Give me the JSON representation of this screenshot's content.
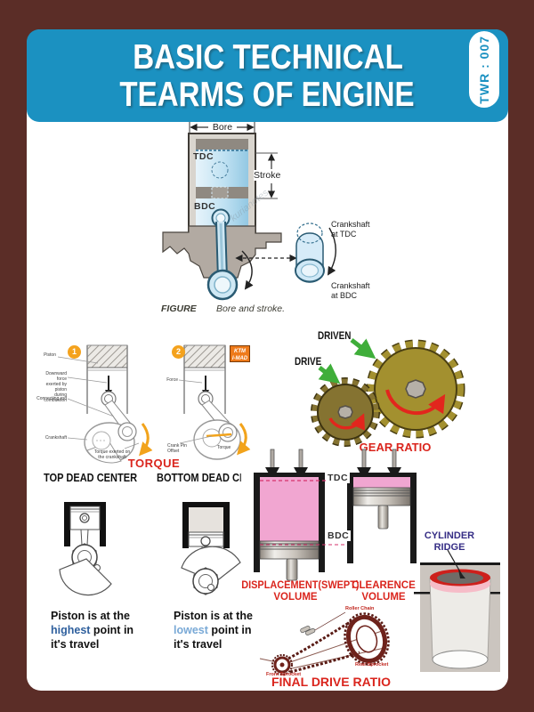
{
  "header": {
    "title_line1": "BASIC TECHNICAL",
    "title_line2": "TEARMS OF ENGINE",
    "badge": "TWR : 007"
  },
  "colors": {
    "border": "#5b2d27",
    "header_blue": "#1b91c1",
    "red": "#da251d",
    "navy": "#352d85",
    "pink": "#f1a6d1",
    "gear_gold": "#a3902f",
    "green": "#3fae3a",
    "orange": "#f4a21d"
  },
  "bore_stroke": {
    "bore": "Bore",
    "tdc": "TDC",
    "bdc": "BDC",
    "stroke": "Stroke",
    "crank_tdc": "Crankshaft\nat TDC",
    "crank_bdc": "Crankshaft\nat BDC",
    "caption_label": "FIGURE",
    "caption": "Bore and stroke.",
    "watermark": "kurianotes"
  },
  "torque": {
    "fig1_num": "1",
    "fig2_num": "2",
    "piston": "Piston",
    "downward_force": "Downward force\nexerted by piston\nduring combustion",
    "connecting_rod": "Connecting rod",
    "crankshaft": "Crankshaft",
    "torque_on_crank": "Torque exerted on\nthe crankshaft",
    "force": "Force",
    "crank_pin_offset": "Crank Pin\nOffset",
    "torque_label": "Torque",
    "title": "TORQUE",
    "tdc_caption": "TOP DEAD CENTER",
    "bdc_caption": "BOTTOM DEAD CENTER",
    "ktm_line1": "KTM",
    "ktm_line2": "I-MAD"
  },
  "gears": {
    "driven": "DRIVEN",
    "drive": "DRIVE",
    "title": "GEAR RATIO"
  },
  "volumes": {
    "tdc": "TDC",
    "bdc": "BDC",
    "left_title1": "DISPLACEMENT(SWEPT)",
    "left_title2": "VOLUME",
    "right_title1": "CLEARENCE",
    "right_title2": "VOLUME"
  },
  "ridge": {
    "title": "CYLINDER\nRIDGE"
  },
  "pistons": {
    "left_line1": "Piston is at the",
    "left_highlight": "highest",
    "left_line2_rest": " point in",
    "left_line3": "it's travel",
    "right_line1": "Piston is at the",
    "right_highlight": "lowest",
    "right_line2_rest": " point in",
    "right_line3": "it's travel"
  },
  "final_drive": {
    "roller_chain": "Roller Chain",
    "rear_sprocket": "Rear Sprocket",
    "front_sprocket": "Front Sprocket",
    "title": "FINAL DRIVE RATIO"
  }
}
